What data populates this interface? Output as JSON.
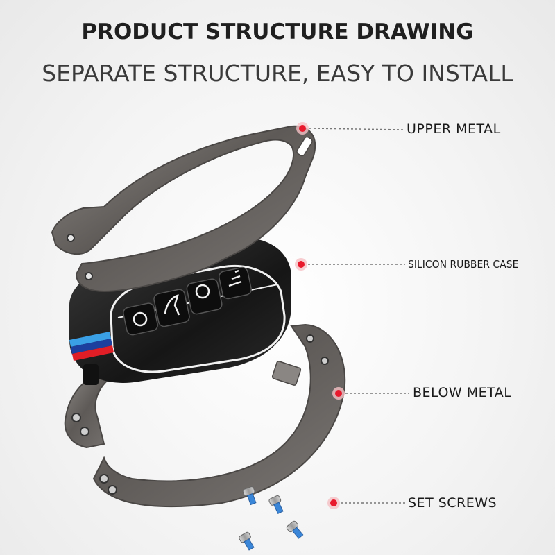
{
  "header": {
    "title": "PRODUCT STRUCTURE DRAWING",
    "subtitle": "SEPARATE STRUCTURE, EASY TO INSTALL"
  },
  "callouts": {
    "upper_metal": "UPPER METAL",
    "silicon_rubber_case": "SILICON RUBBER CASE",
    "below_metal": "BELOW METAL",
    "set_screws": "SET SCREWS"
  },
  "colors": {
    "marker_red": "#e8192c",
    "metal": "#6e6a66",
    "rubber": "#1e1e1e",
    "outline": "#f2f2f2",
    "stripe_blue_light": "#3aa0e6",
    "stripe_blue_dark": "#1c3f9e",
    "stripe_red": "#e01e26"
  },
  "icons": {
    "lock": "lock-icon",
    "unlock": "unlock-icon",
    "trunk": "trunk-icon",
    "remote_start": "remote-start-icon"
  }
}
